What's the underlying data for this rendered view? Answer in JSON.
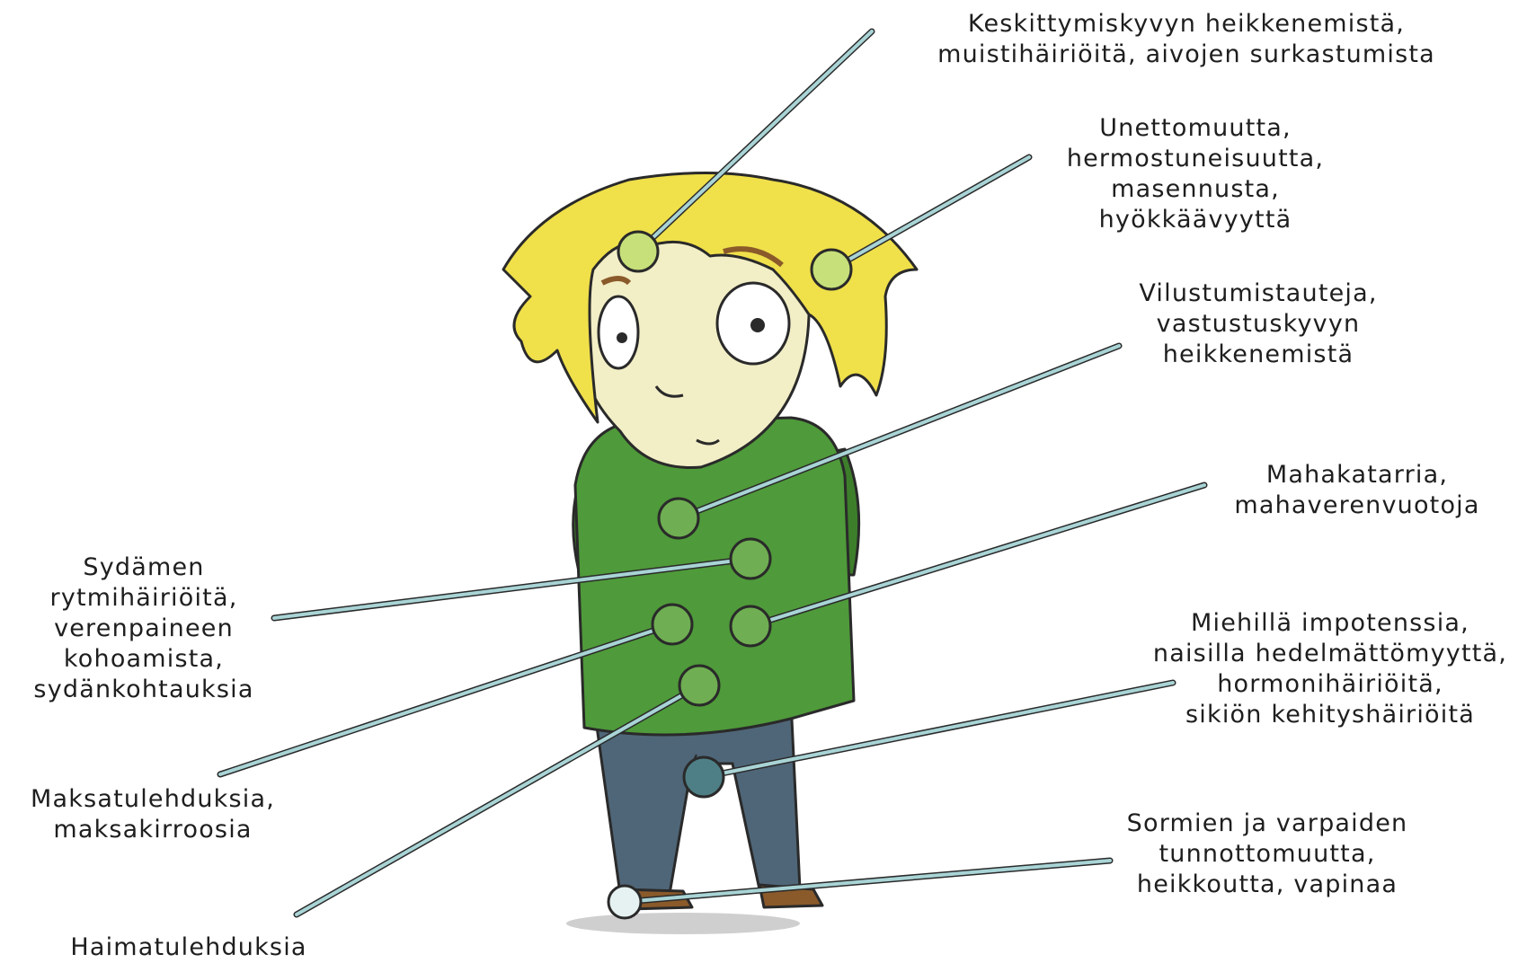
{
  "labels": {
    "brain": {
      "lines": [
        "Keskittymiskyvyn heikkenemistä,",
        "muistihäiriöitä, aivojen surkastumista"
      ]
    },
    "mood": {
      "lines": [
        "Unettomuutta,",
        "hermostuneisuutta,",
        "masennusta,",
        "hyökkäävyyttä"
      ]
    },
    "immune": {
      "lines": [
        "Vilustumistauteja,",
        "vastustuskyvyn",
        "heikkenemistä"
      ]
    },
    "stomach": {
      "lines": [
        "Mahakatarria,",
        "mahaverenvuotoja"
      ]
    },
    "heart": {
      "lines": [
        "Sydämen",
        "rytmihäiriöitä,",
        "verenpaineen",
        "kohoamista,",
        "sydänkohtauksia"
      ]
    },
    "repro": {
      "lines": [
        "Miehillä impotenssia,",
        "naisilla hedelmättömyyttä,",
        "hormonihäiriöitä,",
        "sikiön kehityshäiriöitä"
      ]
    },
    "liver": {
      "lines": [
        "Maksatulehduksia,",
        "maksakirroosia"
      ]
    },
    "nerves": {
      "lines": [
        "Sormien ja varpaiden",
        "tunnottomuutta,",
        "heikkoutta, vapinaa"
      ]
    },
    "pancreas": {
      "lines": [
        "Haimatulehduksia"
      ]
    }
  },
  "colors": {
    "sweater": "#4f9a3a",
    "sweater_dark": "#3d7e2b",
    "pin_head_body": "#6fae52",
    "pin_head_head": "#c7e07a",
    "hair": "#f0e04a",
    "skin": "#f2eec6",
    "pants": "#4f6678",
    "shoes": "#8a5a2a",
    "pin_shaft": "#a9d4d6",
    "outline": "#2a2a2a"
  },
  "icons": [
    "person-illustration",
    "pin-icon"
  ]
}
